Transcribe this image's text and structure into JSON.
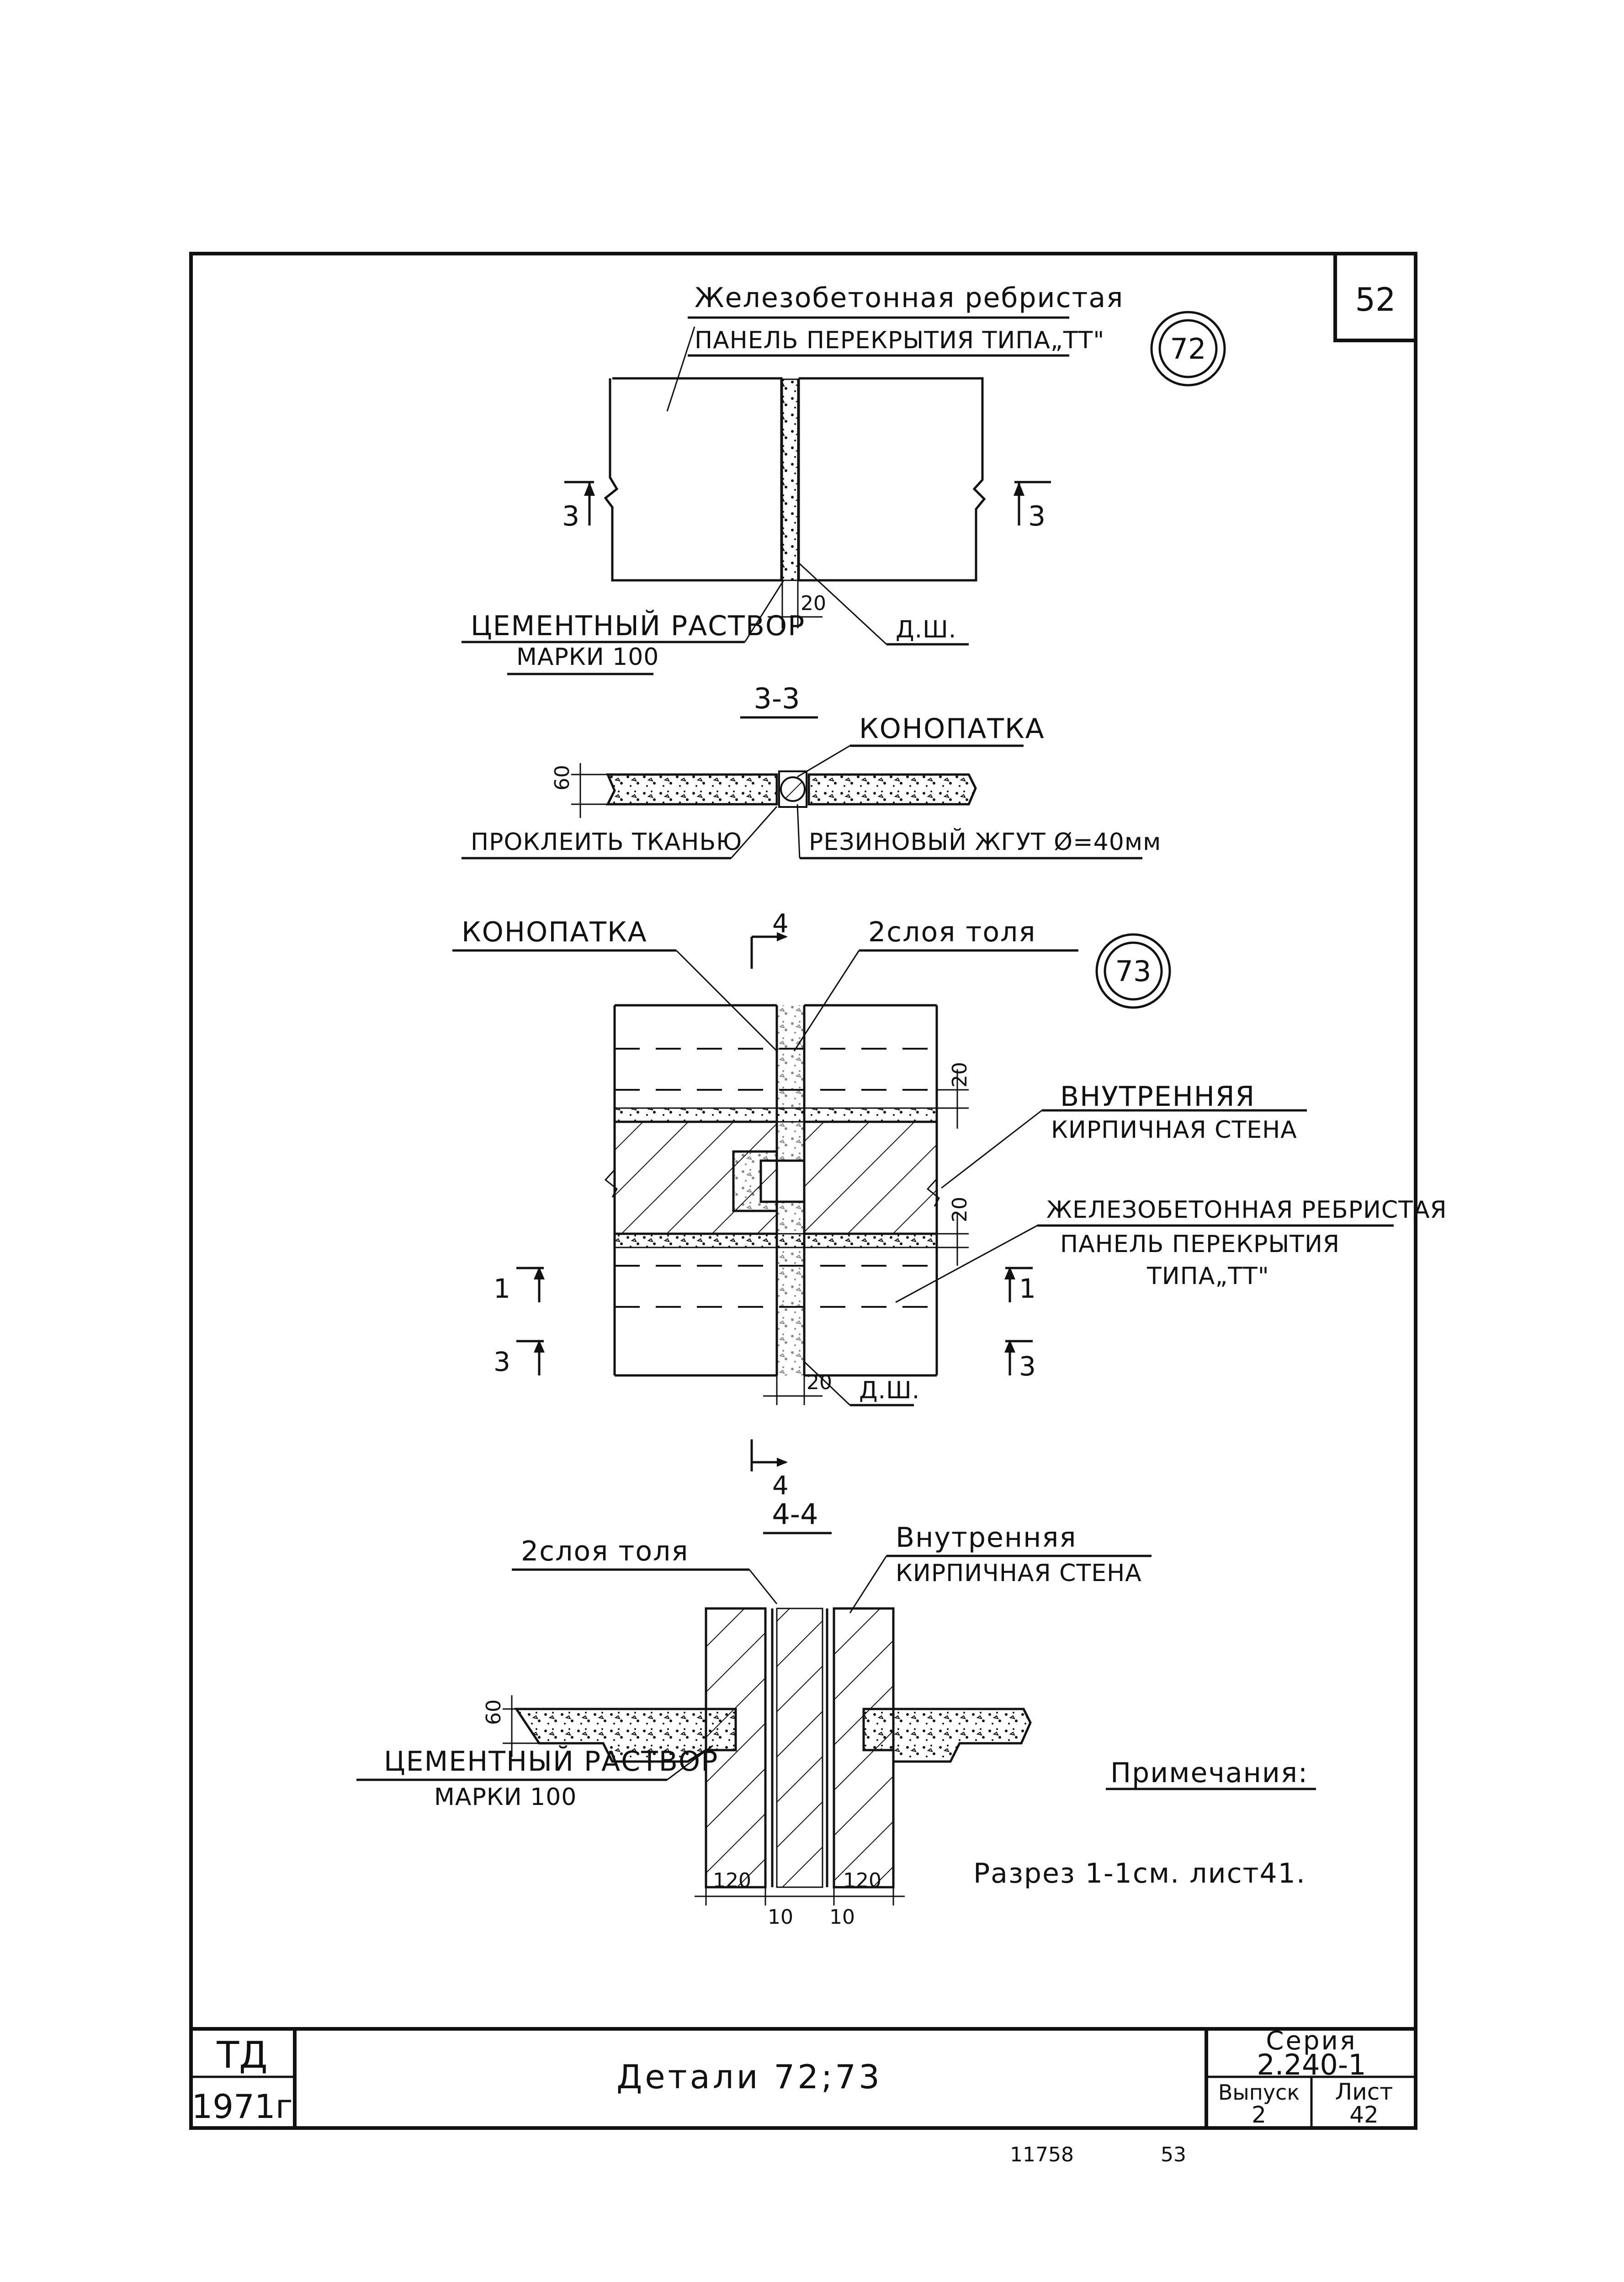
{
  "sheet_number": "52",
  "detail72": {
    "marker": "72",
    "panel_label_line1": "Железобетонная ребристая",
    "panel_label_line2": "ПАНЕЛЬ ПЕРЕКРЫТИЯ ТИПА„ТТ\"",
    "mortar_label_line1": "ЦЕМЕНТНЫЙ РАСТВОР",
    "mortar_label_line2": "МАРКИ 100",
    "seam_label": "Д.Ш.",
    "dim_20": "20",
    "cut_left": "3",
    "cut_right": "3"
  },
  "section33": {
    "title": "3-3",
    "caulk_label": "КОНОПАТКА",
    "dim_60": "60",
    "fabric_label": "ПРОКЛЕИТЬ ТКАНЬЮ",
    "rubber_label": "РЕЗИНОВЫЙ ЖГУТ Ø=40мм"
  },
  "detail73": {
    "marker": "73",
    "caulk_label": "КОНОПАТКА",
    "cut4_top": "4",
    "tar_label": "2слоя толя",
    "wall_label_line1": "ВНУТРЕННЯЯ",
    "wall_label_line2": "КИРПИЧНАЯ СТЕНА",
    "panel_label_line1": "ЖЕЛЕЗОБЕТОННАЯ РЕБРИСТАЯ",
    "panel_label_line2": "ПАНЕЛЬ ПЕРЕКРЫТИЯ",
    "panel_label_line3": "ТИПА„ТТ\"",
    "dim_20a": "20",
    "dim_20b": "20",
    "dim_20c": "20",
    "seam_label": "Д.Ш.",
    "cut1_left": "1",
    "cut1_right": "1",
    "cut3_left": "3",
    "cut3_right": "3",
    "cut4_bottom": "4"
  },
  "section44": {
    "title": "4-4",
    "tar_label": "2слоя толя",
    "wall_label_line1": "Внутренняя",
    "wall_label_line2": "КИРПИЧНАЯ СТЕНА",
    "dim_60": "60",
    "mortar_label_line1": "ЦЕМЕНТНЫЙ РАСТВОР",
    "mortar_label_line2": "МАРКИ 100",
    "dim_120_left": "120",
    "dim_120_right": "120",
    "dim_10_left": "10",
    "dim_10_right": "10"
  },
  "notes": {
    "heading": "Примечания:",
    "text": "Разрез 1-1см. лист41."
  },
  "title_block": {
    "org": "ТД",
    "year": "1971г",
    "title": "Детали 72;73",
    "series_label": "Серия",
    "series_value": "2.240-1",
    "issue_label": "Выпуск",
    "issue_value": "2",
    "sheet_label": "Лист",
    "sheet_value": "42"
  },
  "footer": {
    "code": "11758",
    "page": "53"
  }
}
